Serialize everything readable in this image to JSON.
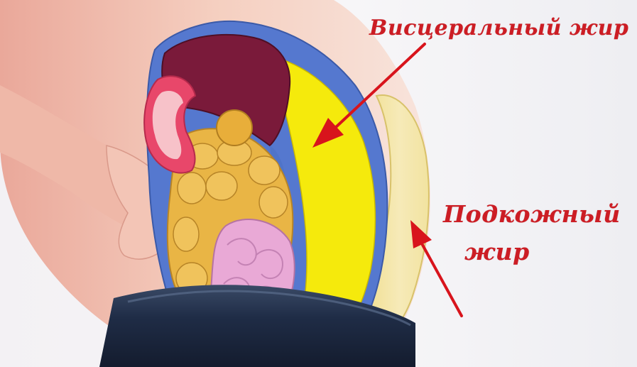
{
  "labels": {
    "visceral_fat": "Висцеральный жир",
    "subcutaneous_fat_line1": "Подкожный",
    "subcutaneous_fat_line2": "жир"
  },
  "colors": {
    "label_text": "#cc1d24",
    "arrow": "#d8141c",
    "visceral_fat": "#f4e80a",
    "subcutaneous_fat": "#f3e6a3",
    "membrane": "#4f74c9",
    "liver": "#7a1a3a",
    "kidney": "#e8476a",
    "intestines": "#e9b545",
    "small_intestine": "#e9a9d6",
    "skin": "#f1c6b3",
    "trousers": "#1e2c45"
  }
}
